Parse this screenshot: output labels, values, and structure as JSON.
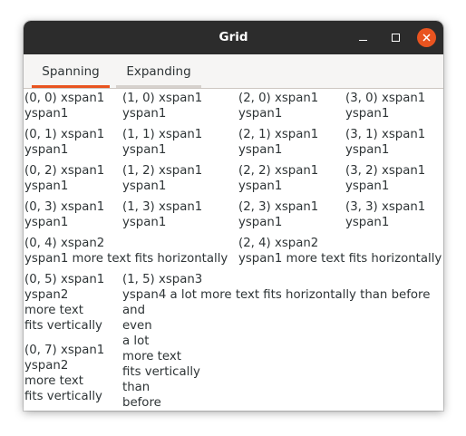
{
  "window": {
    "title": "Grid"
  },
  "titlebar_buttons": {
    "minimize_icon": "minimize-icon",
    "maximize_icon": "maximize-icon",
    "close_icon": "close-icon",
    "close_color": "#e95420"
  },
  "tabs": [
    {
      "label": "Spanning",
      "active": true
    },
    {
      "label": "Expanding",
      "active": false
    }
  ],
  "colors": {
    "accent": "#e95420",
    "titlebar": "#2c2c2c",
    "text": "#2e3436"
  },
  "grid": {
    "cells": [
      {
        "text": "(0, 0) xspan1\nyspan1"
      },
      {
        "text": "(1, 0) xspan1\nyspan1"
      },
      {
        "text": "(2, 0) xspan1\nyspan1"
      },
      {
        "text": "(3, 0) xspan1\nyspan1"
      },
      {
        "text": "(0, 1) xspan1\nyspan1"
      },
      {
        "text": "(1, 1) xspan1\nyspan1"
      },
      {
        "text": "(2, 1) xspan1\nyspan1"
      },
      {
        "text": "(3, 1) xspan1\nyspan1"
      },
      {
        "text": "(0, 2) xspan1\nyspan1"
      },
      {
        "text": "(1, 2) xspan1\nyspan1"
      },
      {
        "text": "(2, 2) xspan1\nyspan1"
      },
      {
        "text": "(3, 2) xspan1\nyspan1"
      },
      {
        "text": "(0, 3) xspan1\nyspan1"
      },
      {
        "text": "(1, 3) xspan1\nyspan1"
      },
      {
        "text": "(2, 3) xspan1\nyspan1"
      },
      {
        "text": "(3, 3) xspan1\nyspan1"
      },
      {
        "text": "(0, 4) xspan2\nyspan1 more text fits horizontally"
      },
      {
        "text": "(2, 4) xspan2\nyspan1 more text fits horizontally"
      },
      {
        "text": "(0, 5) xspan1\nyspan2\nmore text\nfits vertically"
      },
      {
        "text": "(1, 5) xspan3\nyspan4 a lot more text fits horizontally than before\nand\neven\na lot\nmore text\nfits vertically\nthan\nbefore"
      },
      {
        "text": "(0, 7) xspan1\nyspan2\nmore text\nfits vertically"
      }
    ]
  }
}
